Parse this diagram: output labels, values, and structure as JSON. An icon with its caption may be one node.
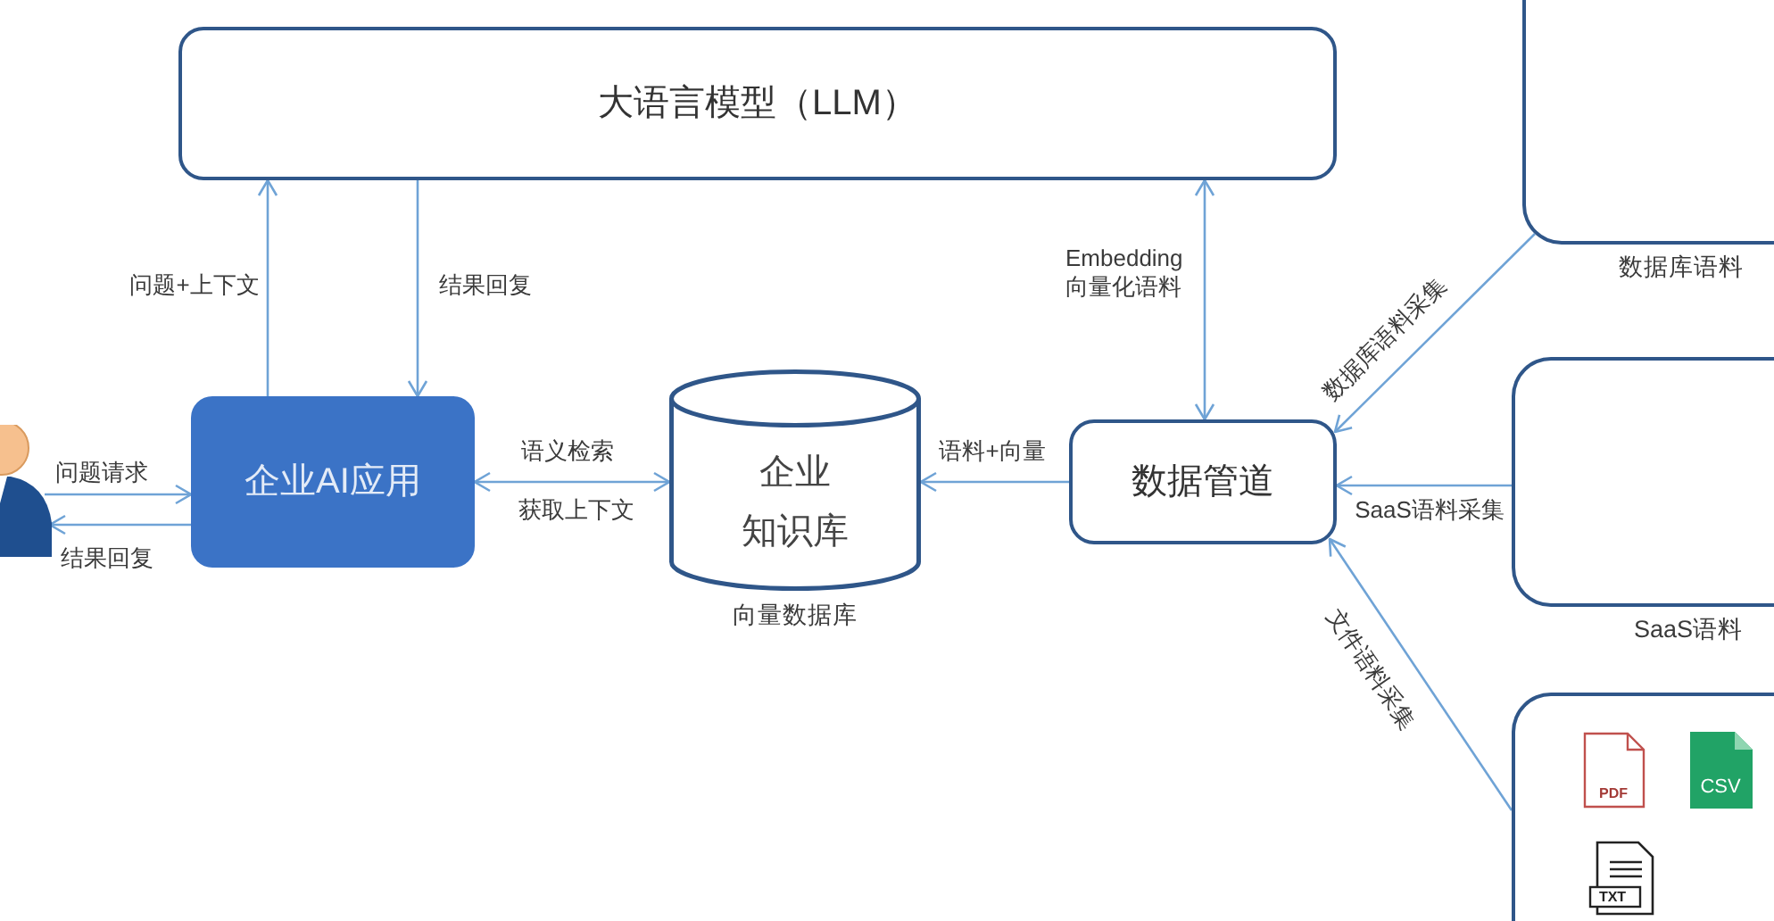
{
  "diagram": {
    "nodes": [
      {
        "text": [
          "大语言模型（LLM）"
        ]
      },
      {
        "text": [
          "数据库语料"
        ]
      },
      {
        "text": [],
        "shape": "person"
      },
      {
        "text": [
          "企业AI应用"
        ]
      },
      {
        "text": [
          "企业知识库"
        ],
        "beside": [
          "向量数据库"
        ]
      },
      {
        "text": [
          "数据管道"
        ]
      },
      {
        "text": [
          "SaaS语料"
        ]
      },
      {
        "text": [],
        "shape": "box"
      },
      {
        "text": [
          "PDF"
        ],
        "in": 7
      },
      {
        "text": [
          "CSV"
        ],
        "in": 7
      },
      {
        "text": [
          "TXT"
        ],
        "in": 7
      }
    ],
    "edges": [
      {
        "from": 2,
        "to": 3,
        "arrow": "to",
        "label": "问题请求"
      },
      {
        "from": 3,
        "to": 2,
        "arrow": "to",
        "label": "结果回复"
      },
      {
        "from": 3,
        "to": 0,
        "arrow": "to",
        "label": "问题+上下文"
      },
      {
        "from": 0,
        "to": 3,
        "arrow": "to",
        "label": "结果回复"
      },
      {
        "from": 3,
        "to": 4,
        "arrow": "both",
        "label": "语义检索"
      },
      {
        "from": 5,
        "to": 4,
        "arrow": "to",
        "label": "语料+向量"
      },
      {
        "from": 5,
        "to": 0,
        "arrow": "both",
        "label": "Embedding 向量化语料"
      },
      {
        "from": 1,
        "to": 5,
        "arrow": "to",
        "label": "数据库语料采集"
      },
      {
        "from": 6,
        "to": 5,
        "arrow": "to",
        "label": "SaaS语料采集"
      },
      {
        "from": 7,
        "to": 5,
        "arrow": "to",
        "label": "文件语料采集"
      }
    ],
    "labels": [
      "获取上下文"
    ]
  }
}
